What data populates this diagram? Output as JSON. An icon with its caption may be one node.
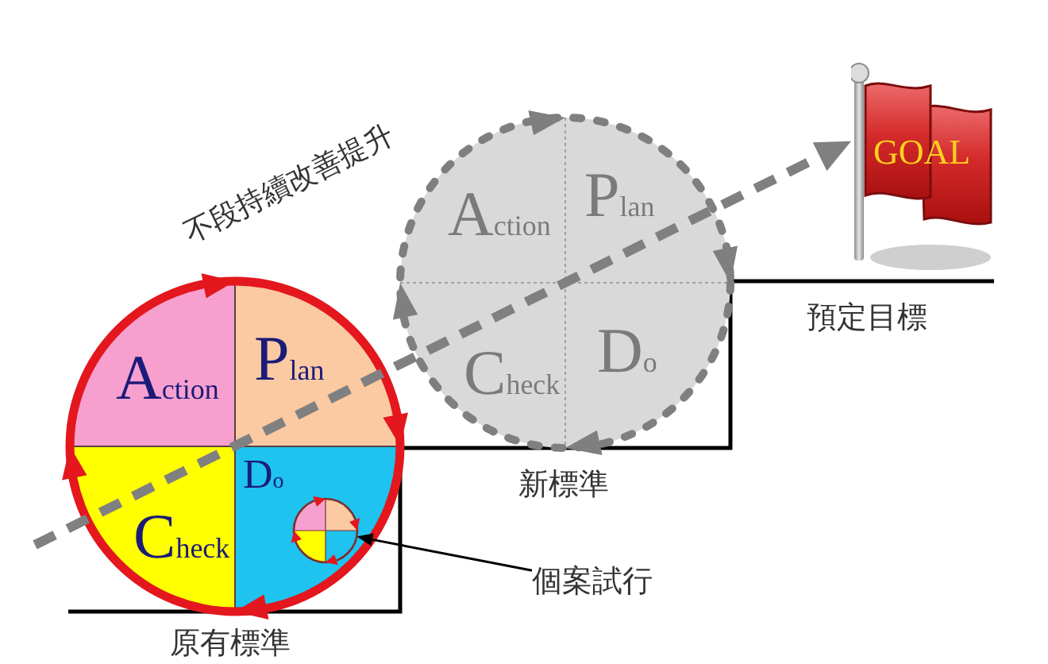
{
  "diagram": {
    "nodes": [
      {
        "text": [],
        "shape": "circle"
      },
      {
        "text": [
          "Action"
        ],
        "in": 0
      },
      {
        "text": [
          "Plan"
        ],
        "in": 0
      },
      {
        "text": [
          "Check"
        ],
        "in": 0
      },
      {
        "text": [
          "Do"
        ],
        "in": 0
      },
      {
        "text": [],
        "shape": "circle",
        "in": 4
      },
      {
        "text": [],
        "shape": "circle"
      },
      {
        "text": [
          "Action"
        ],
        "in": 6
      },
      {
        "text": [
          "Plan"
        ],
        "in": 6
      },
      {
        "text": [
          "Check"
        ],
        "in": 6
      },
      {
        "text": [
          "Do"
        ],
        "in": 6
      },
      {
        "text": [
          "GOAL"
        ]
      },
      {
        "text": [
          "個案試行"
        ]
      }
    ],
    "edges": [
      {
        "from": null,
        "to": 11,
        "arrow": "to",
        "label": "不段持續改善提升",
        "style": "dashed",
        "color": "#808080"
      },
      {
        "from": 12,
        "to": 5,
        "arrow": "to",
        "color": "#000000"
      }
    ],
    "labels": [
      "預定目標",
      "新標準",
      "原有標準"
    ]
  }
}
